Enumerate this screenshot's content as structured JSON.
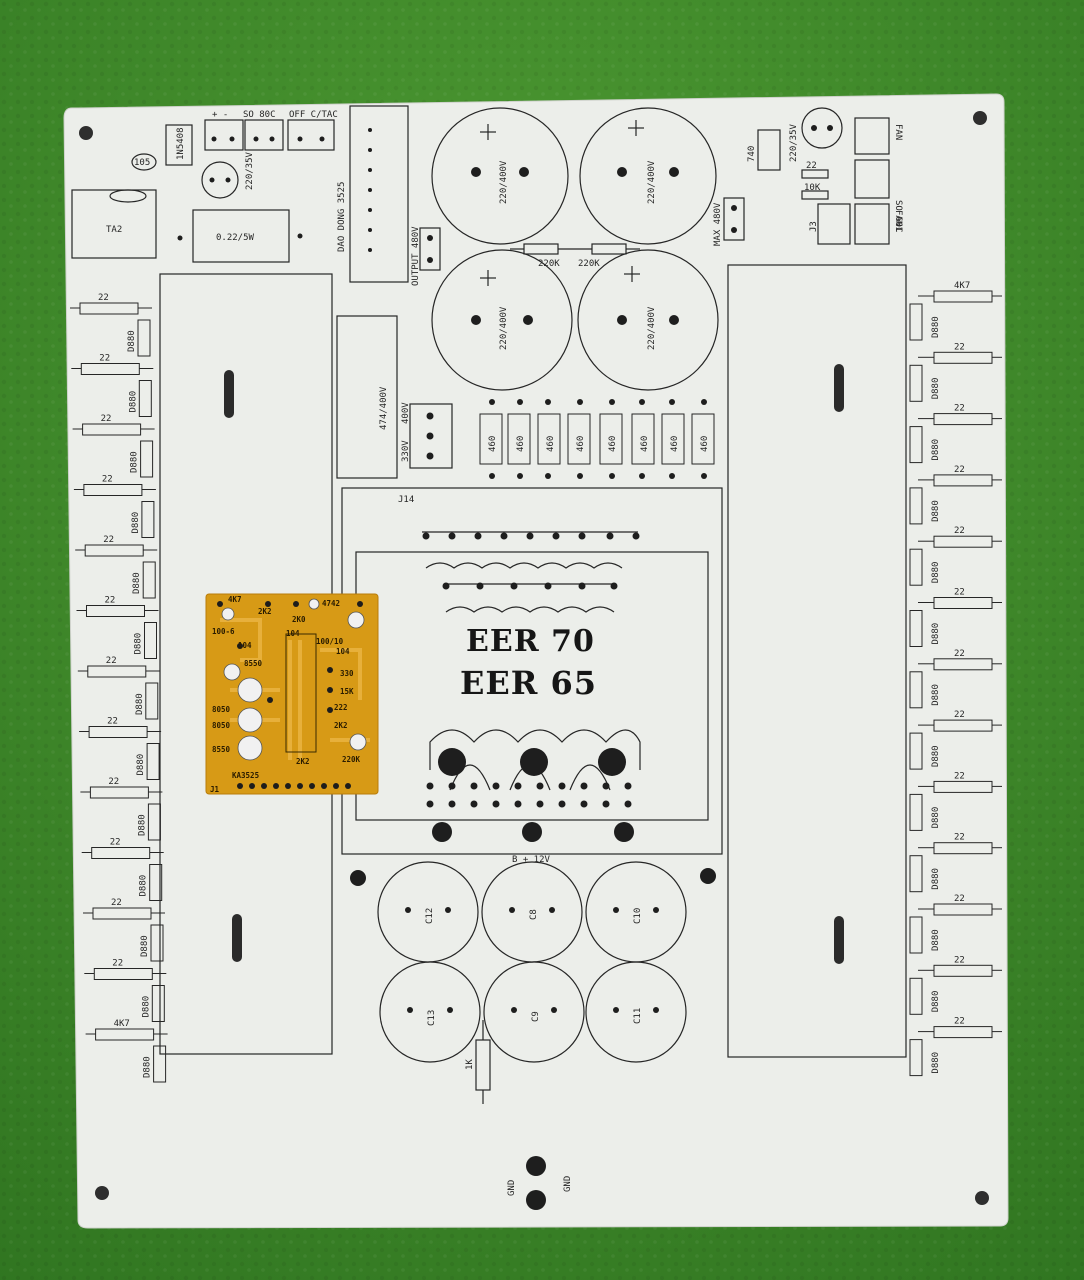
{
  "board": {
    "title_1": "EER 70",
    "title_2": "EER 65",
    "top_labels": {
      "diode_1n": "1N5408",
      "cap_105": "105",
      "power_plus_minus": "+ -",
      "so_80c": "SO 80C",
      "off_ctac": "OFF C/TAC",
      "cap_220_35v": "220/35V",
      "transformer_ta2": "TA2",
      "resistor_022": "0.22/5W",
      "dao_dong": "DAO DONG 3525",
      "output_480v": "OUTPUT 480V",
      "max_480v": "MAX 480V",
      "label_740": "740",
      "cap_220_35v_right": "220/35V",
      "res_22_right": "22",
      "res_10k_right": "10K",
      "so_60c": "SO 60C",
      "fan": "FAN",
      "fan1": "FAN1",
      "j3": "J3"
    },
    "big_caps": [
      "220/400V",
      "220/400V",
      "220/400V",
      "220/400V"
    ],
    "res_220k": [
      "220K",
      "220K"
    ],
    "cap_474": "474/400V",
    "label_330v": "330V",
    "label_400v": "400V",
    "diodes_460": [
      "460",
      "460",
      "460",
      "460",
      "460",
      "460",
      "460",
      "460"
    ],
    "j14": "J14",
    "b12v": "B + 12V",
    "small_caps_top": [
      "C12",
      "C8",
      "C10"
    ],
    "small_caps_bottom": [
      "C13",
      "C9",
      "C11"
    ],
    "res_1k": "1K",
    "gnd": [
      "GND",
      "GND"
    ],
    "left_res": [
      "22",
      "22",
      "22",
      "22",
      "22",
      "22",
      "22",
      "22",
      "22",
      "22",
      "22",
      "22",
      "4K7"
    ],
    "right_res": [
      "4K7",
      "22",
      "22",
      "22",
      "22",
      "22",
      "22",
      "22",
      "22",
      "22",
      "22",
      "22",
      "22"
    ],
    "d880": "D880",
    "driver_pcb": {
      "r4k7": "4K7",
      "r2k2": "2K2",
      "r4742": "4742",
      "r100_6": "100-6",
      "r2k0": "2K0",
      "c104a": "104",
      "c104b": "104",
      "c104c": "104",
      "r100_10": "100/10",
      "q8550a": "8550",
      "r330": "330",
      "r15k": "15K",
      "q8050a": "8050",
      "q8050b": "8050",
      "q8550b": "8550",
      "r222": "222",
      "r2k2b": "2K2",
      "r2k2c": "2K2",
      "r220k": "220K",
      "ic": "KA3525",
      "j1": "J1"
    }
  },
  "colors": {
    "background": "#3f8a2a",
    "board": "#eceeea",
    "silkscreen": "#262626",
    "driver_board": "#d79a16",
    "driver_copper": "#e9b340"
  }
}
